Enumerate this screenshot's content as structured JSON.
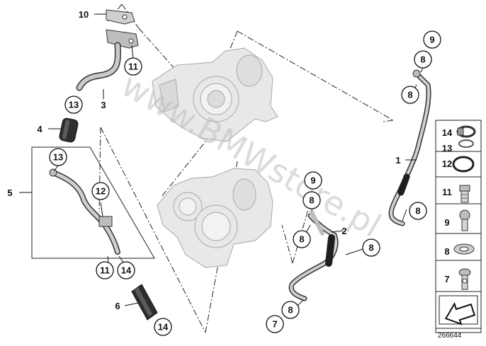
{
  "diagram": {
    "watermark": "www.BMWstore.pl",
    "reference_number": "266644",
    "callouts": [
      {
        "id": "c9a",
        "label": "9"
      },
      {
        "id": "c8a",
        "label": "8"
      },
      {
        "id": "c8b",
        "label": "8"
      },
      {
        "id": "c11a",
        "label": "11"
      },
      {
        "id": "c13a",
        "label": "13"
      },
      {
        "id": "c13b",
        "label": "13"
      },
      {
        "id": "c12a",
        "label": "12"
      },
      {
        "id": "c11b",
        "label": "11"
      },
      {
        "id": "c14a",
        "label": "14"
      },
      {
        "id": "c14b",
        "label": "14"
      },
      {
        "id": "c9b",
        "label": "9"
      },
      {
        "id": "c8c",
        "label": "8"
      },
      {
        "id": "c8d",
        "label": "8"
      },
      {
        "id": "c8e",
        "label": "8"
      },
      {
        "id": "c8f",
        "label": "8"
      },
      {
        "id": "c8g",
        "label": "8"
      },
      {
        "id": "c7a",
        "label": "7"
      }
    ],
    "part_numbers": [
      {
        "id": "p10",
        "label": "10"
      },
      {
        "id": "p3",
        "label": "3"
      },
      {
        "id": "p4",
        "label": "4"
      },
      {
        "id": "p5",
        "label": "5"
      },
      {
        "id": "p6",
        "label": "6"
      },
      {
        "id": "p1",
        "label": "1"
      },
      {
        "id": "p2",
        "label": "2"
      }
    ],
    "legend": [
      {
        "label": "14"
      },
      {
        "label": "13"
      },
      {
        "label": "12"
      },
      {
        "label": "11"
      },
      {
        "label": "9"
      },
      {
        "label": "8"
      },
      {
        "label": "7"
      }
    ]
  }
}
